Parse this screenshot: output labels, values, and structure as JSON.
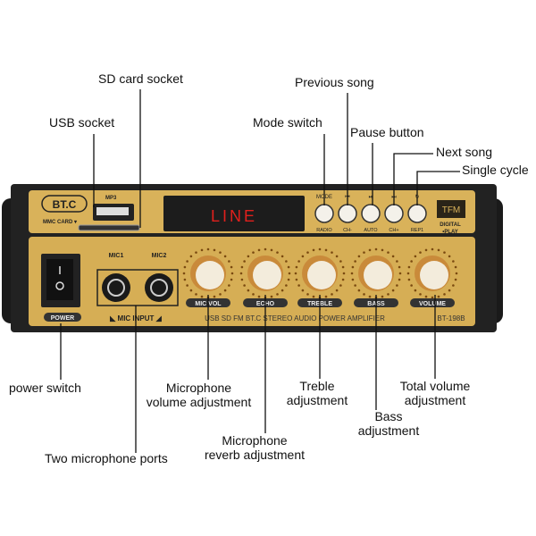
{
  "labels": {
    "sd_card_socket": "SD card socket",
    "usb_socket": "USB socket",
    "previous_song": "Previous song",
    "mode_switch": "Mode switch",
    "pause_button": "Pause button",
    "next_song": "Next song",
    "single_cycle": "Single cycle",
    "power_switch": "power switch",
    "mic_volume": [
      "Microphone",
      "volume adjustment"
    ],
    "treble": [
      "Treble",
      "adjustment"
    ],
    "total_volume": [
      "Total volume",
      "adjustment"
    ],
    "bass": [
      "Bass",
      "adjustment"
    ],
    "mic_reverb": [
      "Microphone",
      "reverb adjustment"
    ],
    "mic_ports": "Two microphone ports"
  },
  "device": {
    "brand": "BT.C",
    "usb_label": "MP3",
    "card_label": "MMC CARD ▾",
    "display_text": "LINE",
    "buttons": [
      {
        "top": "MODE",
        "bottom": "RADIO"
      },
      {
        "top": "⏮",
        "bottom": "CH-"
      },
      {
        "top": "⏯",
        "bottom": "AUTO"
      },
      {
        "top": "⏭",
        "bottom": "CH+"
      },
      {
        "top": "↻",
        "bottom": "REP1"
      }
    ],
    "tfm": "TFM",
    "digital": "DIGITAL",
    "play": "•PLAY",
    "power_label": "POWER",
    "mic1": "MIC1",
    "mic2": "MIC2",
    "mic_input": "◣ MIC INPUT ◢",
    "knobs": [
      "MIC VOL",
      "ECHO",
      "TREBLE",
      "BASS",
      "VOLUME"
    ],
    "footer": "USB SD FM BT.C STEREO AUDIO POWER AMPLIFIER",
    "model": "BT-198B"
  },
  "colors": {
    "gold": "#d9b25a",
    "display_red": "#e0201c"
  }
}
